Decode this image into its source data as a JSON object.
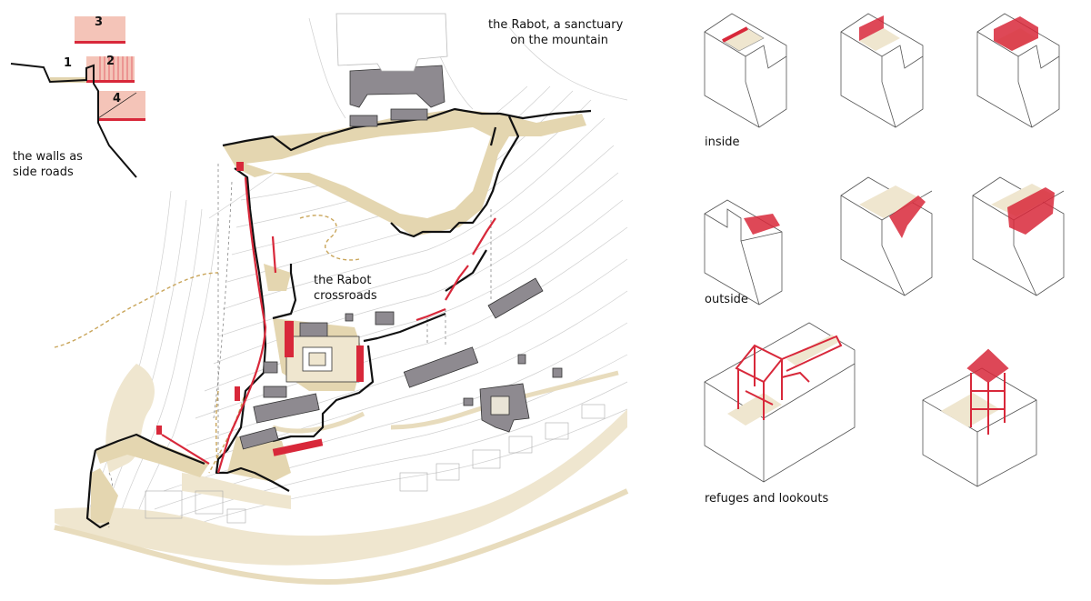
{
  "annotations": {
    "sanctuary": [
      "the Rabot, a sanctuary",
      "on the mountain"
    ],
    "crossroads": [
      "the Rabot",
      "crossroads"
    ],
    "walls": [
      "the walls as",
      "side roads"
    ]
  },
  "section_numbers": [
    "1",
    "2",
    "3",
    "4"
  ],
  "axonometric_groups": [
    {
      "label": "inside"
    },
    {
      "label": "outside"
    },
    {
      "label": "refuges and lookouts"
    }
  ],
  "colors": {
    "accent_red": "#d8283a",
    "pink_fill": "#f4c4b8",
    "sand": "#efe6cf",
    "sand_dark": "#e2d4ae",
    "building_grey": "#8e8a90",
    "contour": "#c9c9c9",
    "wall_black": "#111111"
  }
}
